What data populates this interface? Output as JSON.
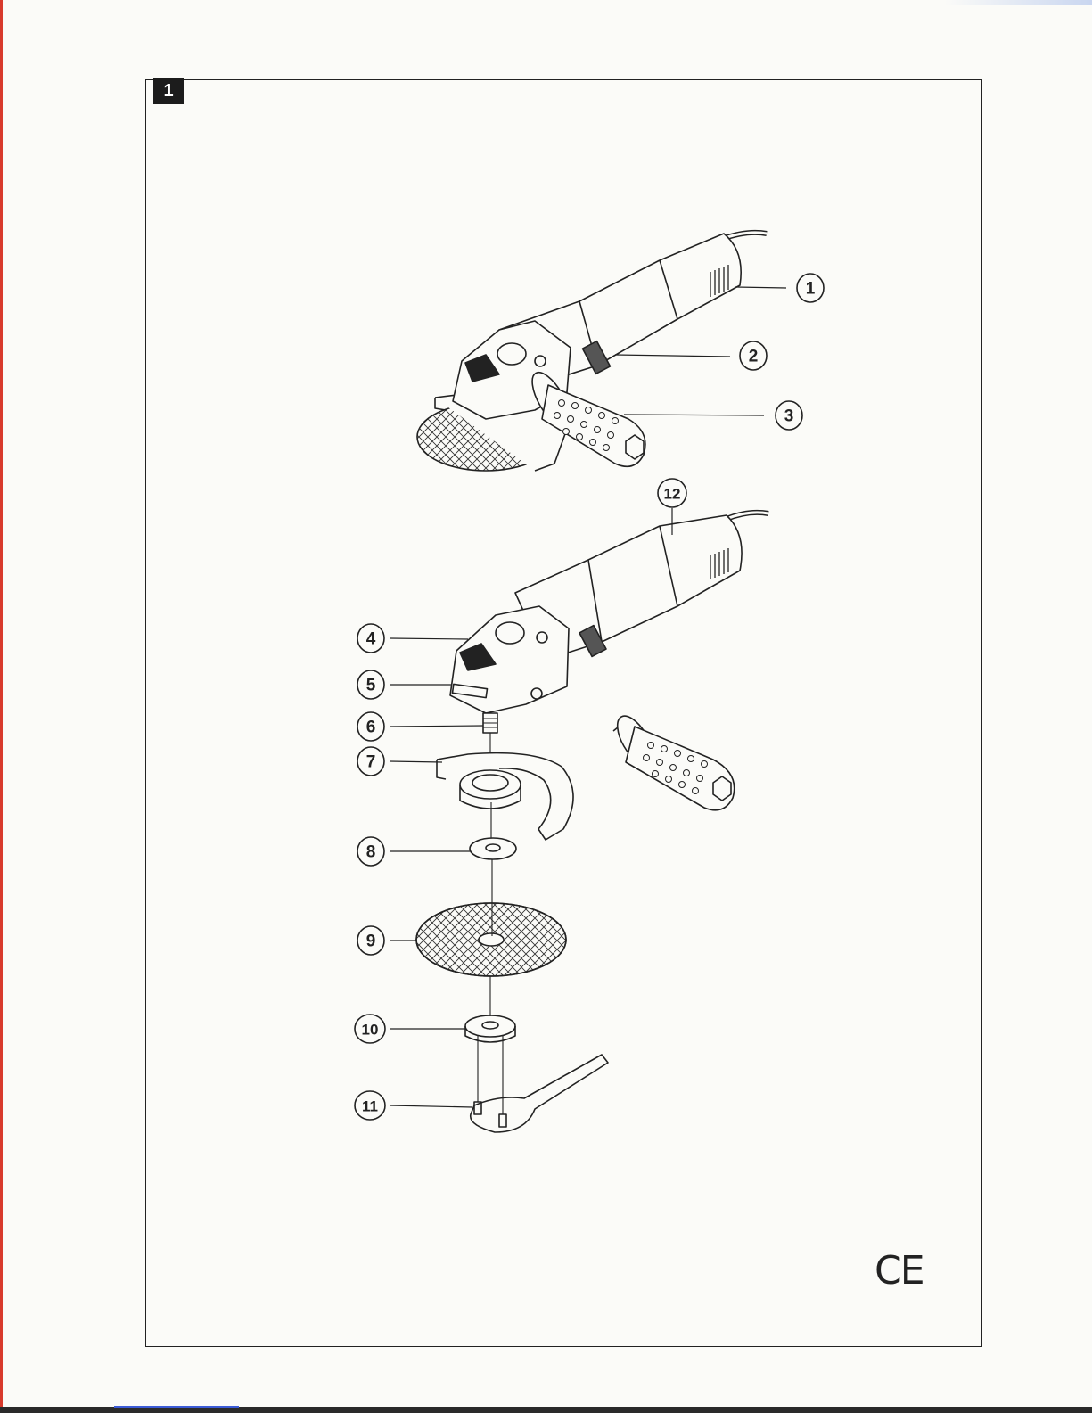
{
  "figure": {
    "number": "1",
    "mark": "CE"
  },
  "callouts": [
    {
      "label": "1",
      "part": "ventilation-slots"
    },
    {
      "label": "2",
      "part": "on-off-switch"
    },
    {
      "label": "3",
      "part": "auxiliary-handle"
    },
    {
      "label": "4",
      "part": "spindle-lock-button"
    },
    {
      "label": "5",
      "part": "gear-head"
    },
    {
      "label": "6",
      "part": "spindle"
    },
    {
      "label": "7",
      "part": "protective-guard"
    },
    {
      "label": "8",
      "part": "inner-flange"
    },
    {
      "label": "9",
      "part": "grinding-disc"
    },
    {
      "label": "10",
      "part": "outer-flange-nut"
    },
    {
      "label": "11",
      "part": "pin-wrench"
    },
    {
      "label": "12",
      "part": "motor-housing"
    }
  ],
  "colors": {
    "paper": "#fbfbf8",
    "ink": "#222222",
    "edge_red": "#d83a2c",
    "edge_blue": "#3b5bd6"
  }
}
